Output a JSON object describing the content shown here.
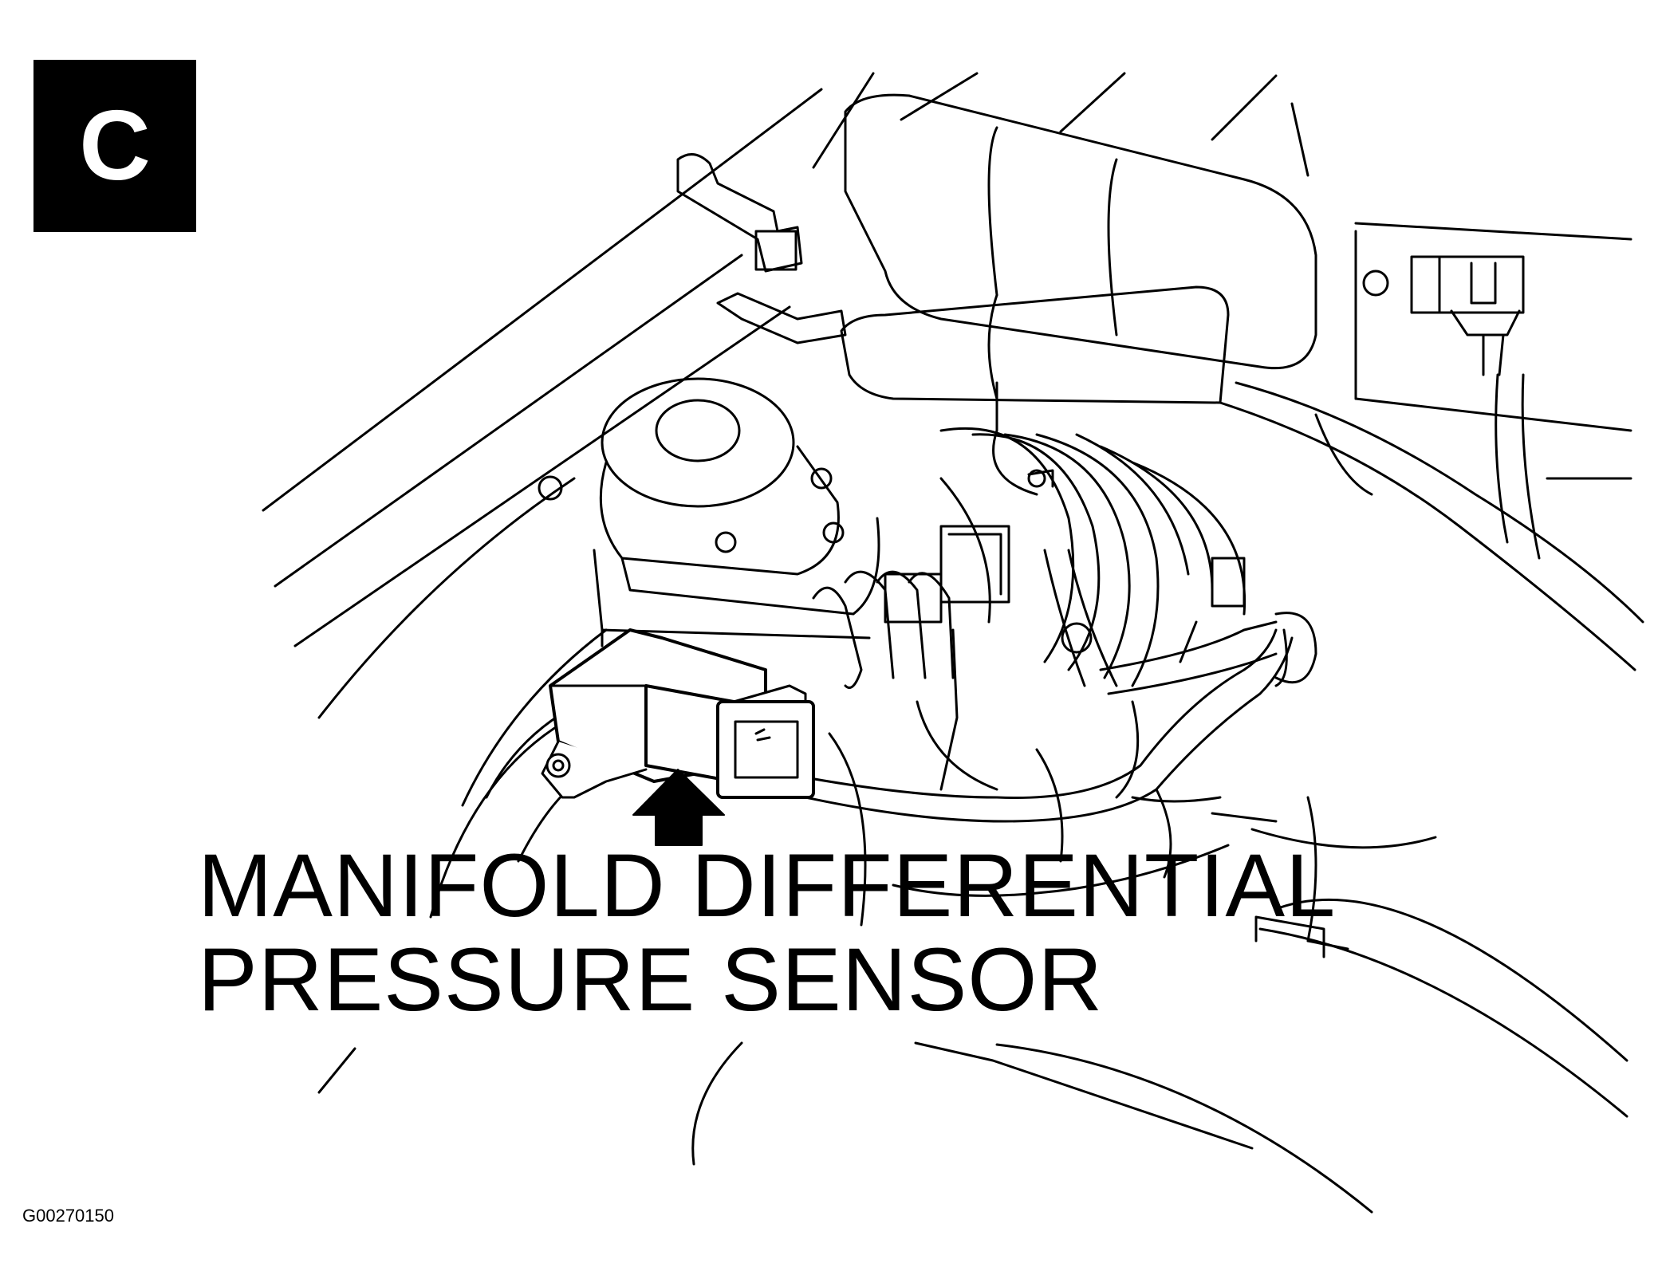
{
  "figure_letter": "C",
  "label": {
    "line1": "MANIFOLD DIFFERENTIAL",
    "line2": "PRESSURE SENSOR"
  },
  "figure_id": "G00270150",
  "colors": {
    "line": "#000000",
    "background": "#ffffff"
  }
}
